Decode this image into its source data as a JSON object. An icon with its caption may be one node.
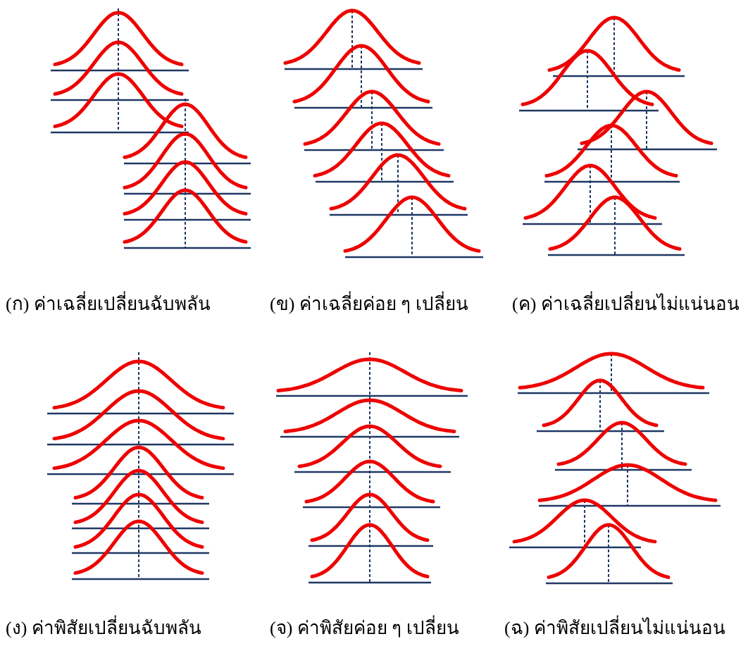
{
  "diagram": {
    "labels": [
      "(ก) ค่าเฉลี่ยเปลี่ยนฉับพลัน",
      "(ข) ค่าเฉลี่ยค่อย ๆ เปลี่ยน",
      "(ค) ค่าเฉลี่ยเปลี่ยนไม่แน่นอน",
      "(ง) ค่าพิสัยเปลี่ยนฉับพลัน",
      "(จ) ค่าพิสัยค่อย ๆ เปลี่ยน",
      "(ฉ) ค่าพิสัยเปลี่ยนไม่แน่นอน"
    ]
  }
}
